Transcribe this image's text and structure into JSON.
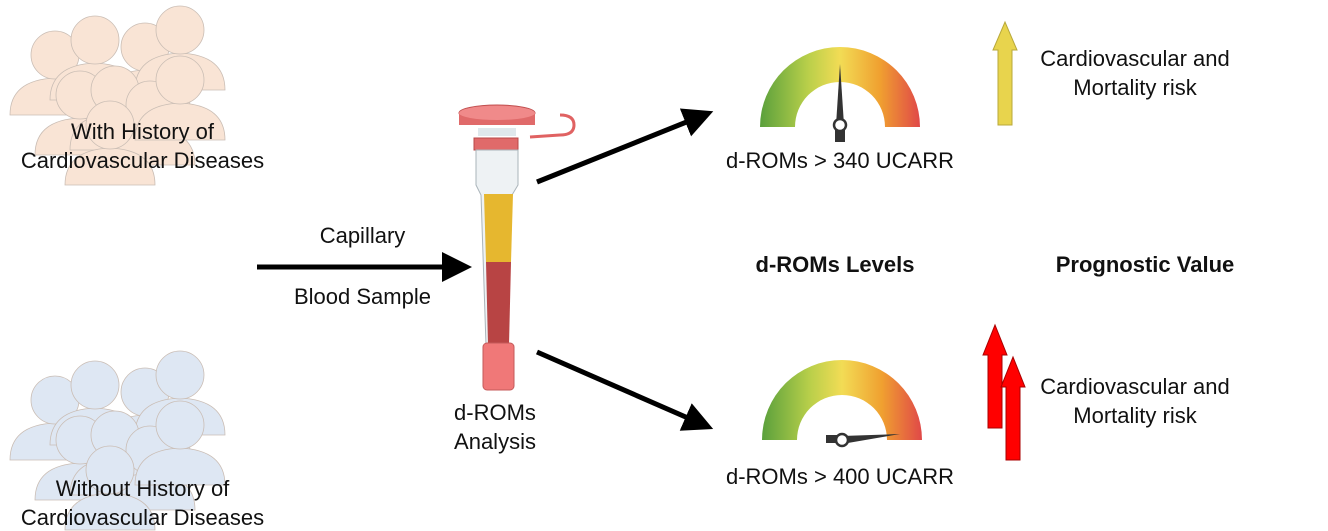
{
  "groups": {
    "with_history": {
      "line1": "With History of",
      "line2": "Cardiovascular Diseases",
      "color": "#f7dcc8"
    },
    "without_history": {
      "line1": "Without History of",
      "line2": "Cardiovascular Diseases",
      "color": "#d3dff0"
    }
  },
  "sample": {
    "line1": "Capillary",
    "line2": "Blood Sample"
  },
  "analysis": {
    "line1": "d-ROMs",
    "line2": "Analysis"
  },
  "headers": {
    "levels": "d-ROMs Levels",
    "prognostic": "Prognostic Value"
  },
  "outcomes": [
    {
      "threshold_label": "d-ROMs > 340 UCARR",
      "risk_line1": "Cardiovascular and",
      "risk_line2": "Mortality risk",
      "arrow_color": "#e8d44d",
      "arrow_count": 1
    },
    {
      "threshold_label": "d-ROMs > 400 UCARR",
      "risk_line1": "Cardiovascular and",
      "risk_line2": "Mortality risk",
      "arrow_color": "#ff0000",
      "arrow_count": 2
    }
  ]
}
